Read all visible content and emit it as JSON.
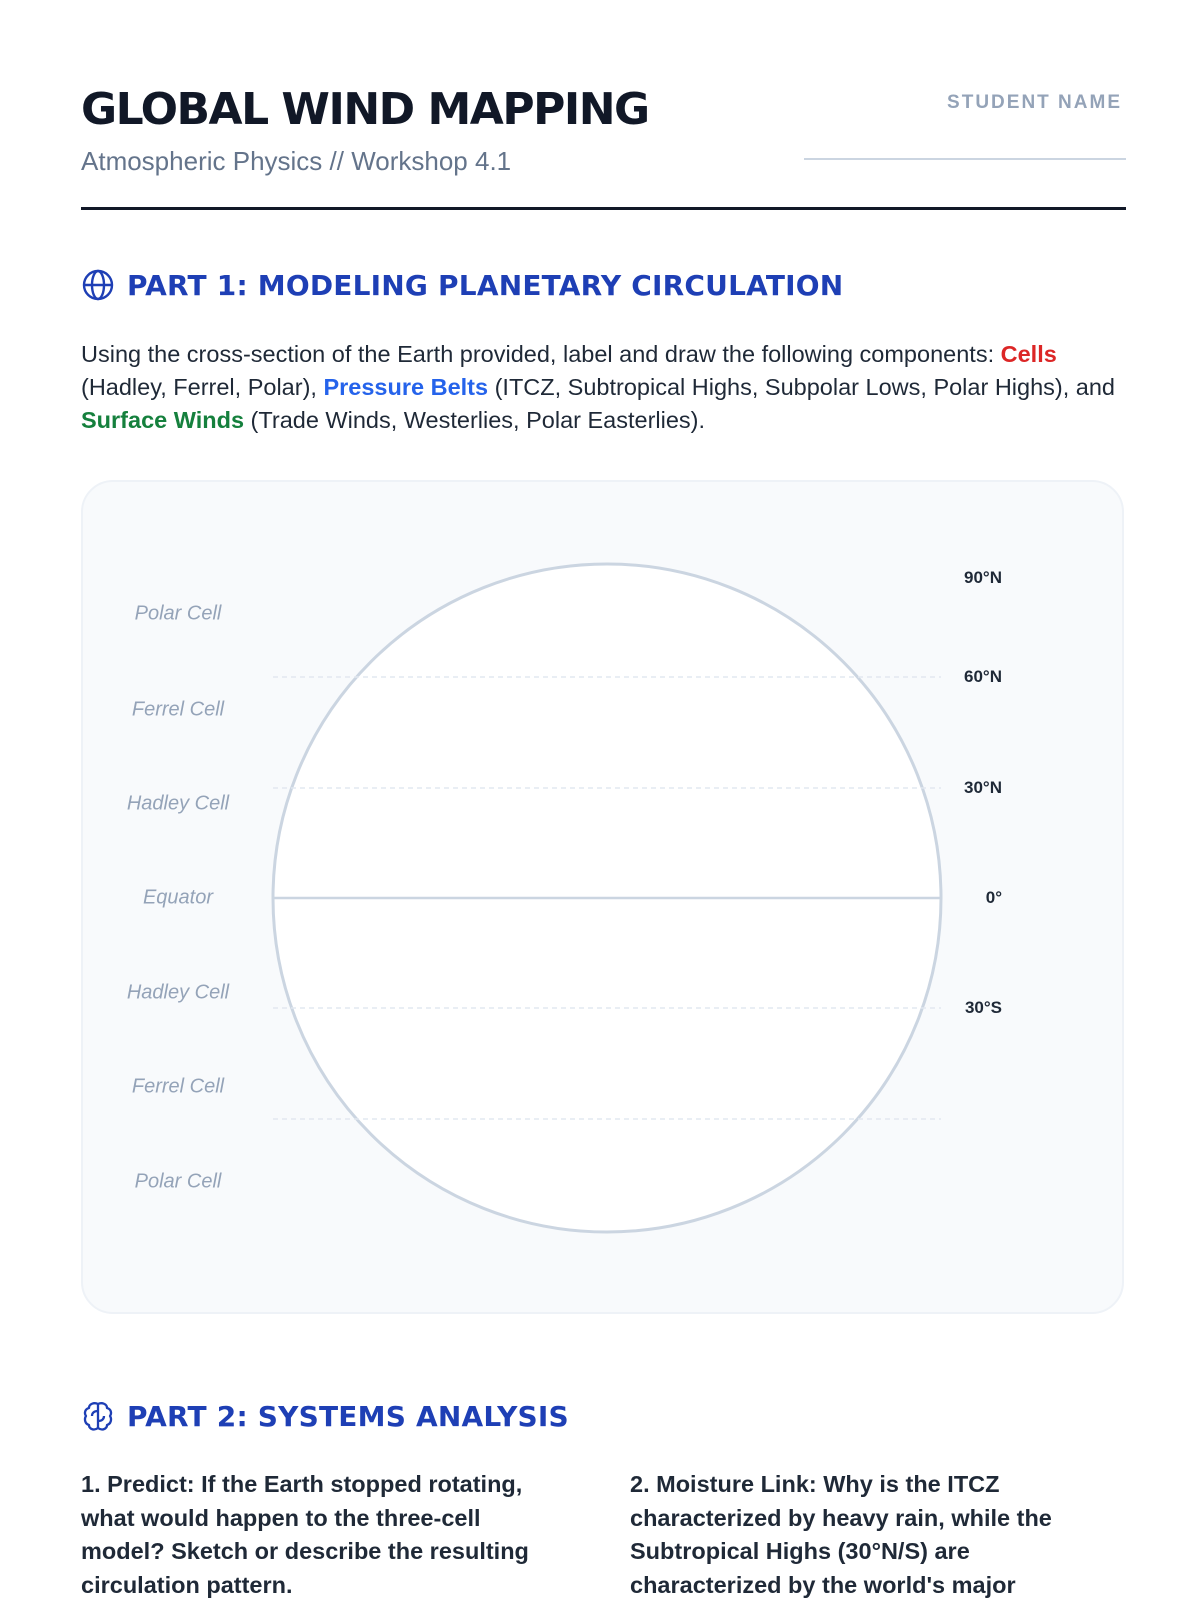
{
  "header": {
    "title": "GLOBAL WIND MAPPING",
    "subtitle": "Atmospheric Physics // Workshop 4.1",
    "student_name_label": "STUDENT NAME"
  },
  "part1": {
    "heading": "PART 1: MODELING PLANETARY CIRCULATION",
    "instructions": {
      "intro": "Using the cross-section of the Earth provided, label and draw the following components: ",
      "cells_term": "Cells",
      "cells_detail": " (Hadley, Ferrel, Polar), ",
      "pressure_term": "Pressure Belts",
      "pressure_detail": " (ITCZ, Subtropical Highs, Subpolar Lows, Polar Highs), and ",
      "winds_term": "Surface Winds",
      "winds_detail": " (Trade Winds, Westerlies, Polar Easterlies)."
    },
    "diagram": {
      "cell_labels": [
        "Polar Cell",
        "Ferrel Cell",
        "Hadley Cell",
        "Equator",
        "Hadley Cell",
        "Ferrel Cell",
        "Polar Cell"
      ],
      "latitude_labels": [
        "90°N",
        "60°N",
        "30°N",
        "0°",
        "30°S"
      ]
    }
  },
  "part2": {
    "heading": "PART 2: SYSTEMS ANALYSIS",
    "questions": [
      "1. Predict: If the Earth stopped rotating, what would happen to the three-cell model? Sketch or describe the resulting circulation pattern.",
      "2. Moisture Link: Why is the ITCZ characterized by heavy rain, while the Subtropical Highs (30°N/S) are characterized by the world's major"
    ]
  },
  "colors": {
    "heading_blue": "#1e3fb5",
    "cells_red": "#dc2626",
    "pressure_blue": "#2563eb",
    "winds_green": "#15803d"
  }
}
